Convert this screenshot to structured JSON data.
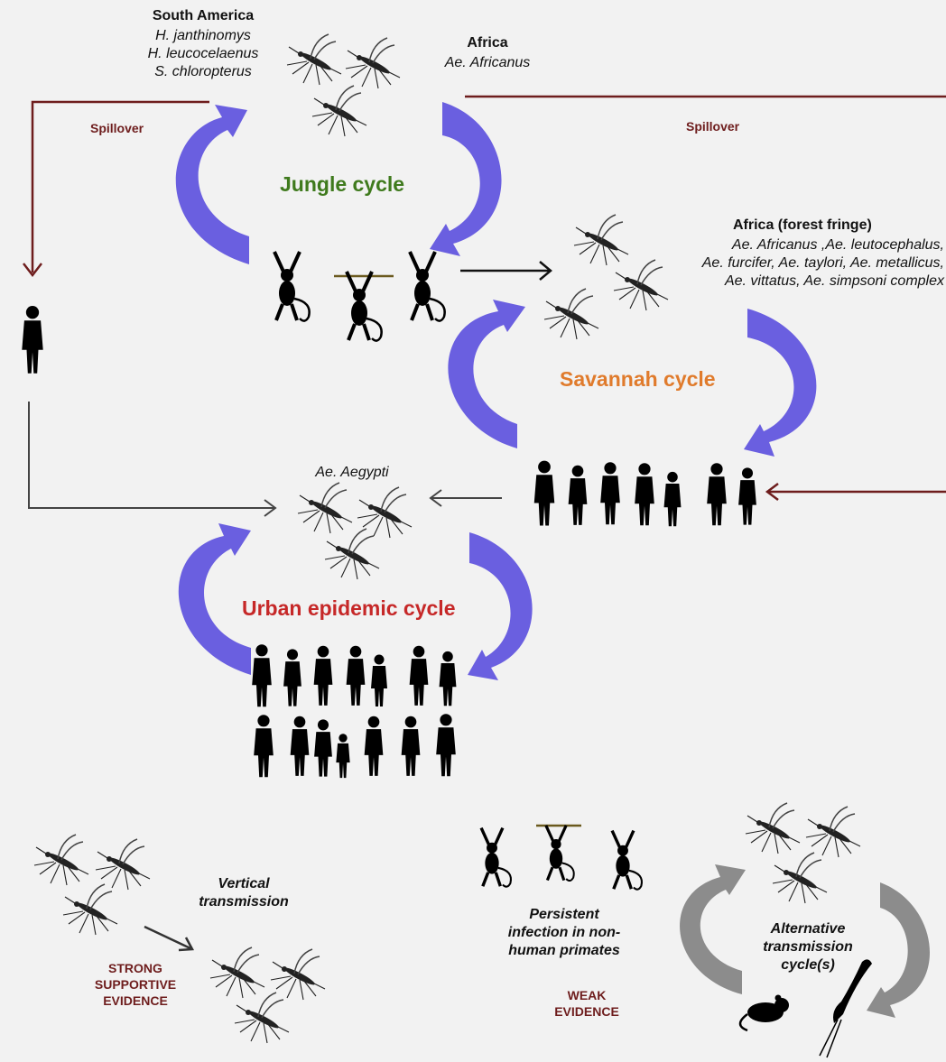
{
  "colors": {
    "jungle": "#3f7a1d",
    "savannah": "#e07b2c",
    "urban": "#c62828",
    "spillover": "#6e1d1d",
    "cycle_arrow": "#6a5fe0",
    "alt_arrow": "#8c8c8c"
  },
  "south_america": {
    "title": "South America",
    "species": [
      "H. janthinomys",
      "H. leucocelaenus",
      "S. chloropterus"
    ]
  },
  "africa": {
    "title": "Africa",
    "species": "Ae. Africanus"
  },
  "spillover_left": "Spillover",
  "spillover_right": "Spillover",
  "jungle_cycle": "Jungle cycle",
  "forest_fringe": {
    "title": "Africa (forest fringe)",
    "species": [
      "Ae. Africanus ,Ae. leutocephalus,",
      "Ae. furcifer, Ae. taylori, Ae. metallicus,",
      "Ae. vittatus, Ae. simpsoni complex"
    ]
  },
  "savannah_cycle": "Savannah cycle",
  "urban_vector": "Ae. Aegypti",
  "urban_cycle": "Urban epidemic cycle",
  "vertical": {
    "title": [
      "Vertical",
      "transmission"
    ],
    "evidence": [
      "STRONG",
      "SUPPORTIVE",
      "EVIDENCE"
    ]
  },
  "persistent": {
    "title": [
      "Persistent",
      "infection in non-",
      "human primates"
    ],
    "evidence": [
      "WEAK",
      "EVIDENCE"
    ]
  },
  "alternative": {
    "title": [
      "Alternative",
      "transmission",
      "cycle(s)"
    ]
  },
  "icons": [
    "mosquito-icon",
    "monkey-icon",
    "human-icon",
    "rodent-icon",
    "bird-icon"
  ]
}
